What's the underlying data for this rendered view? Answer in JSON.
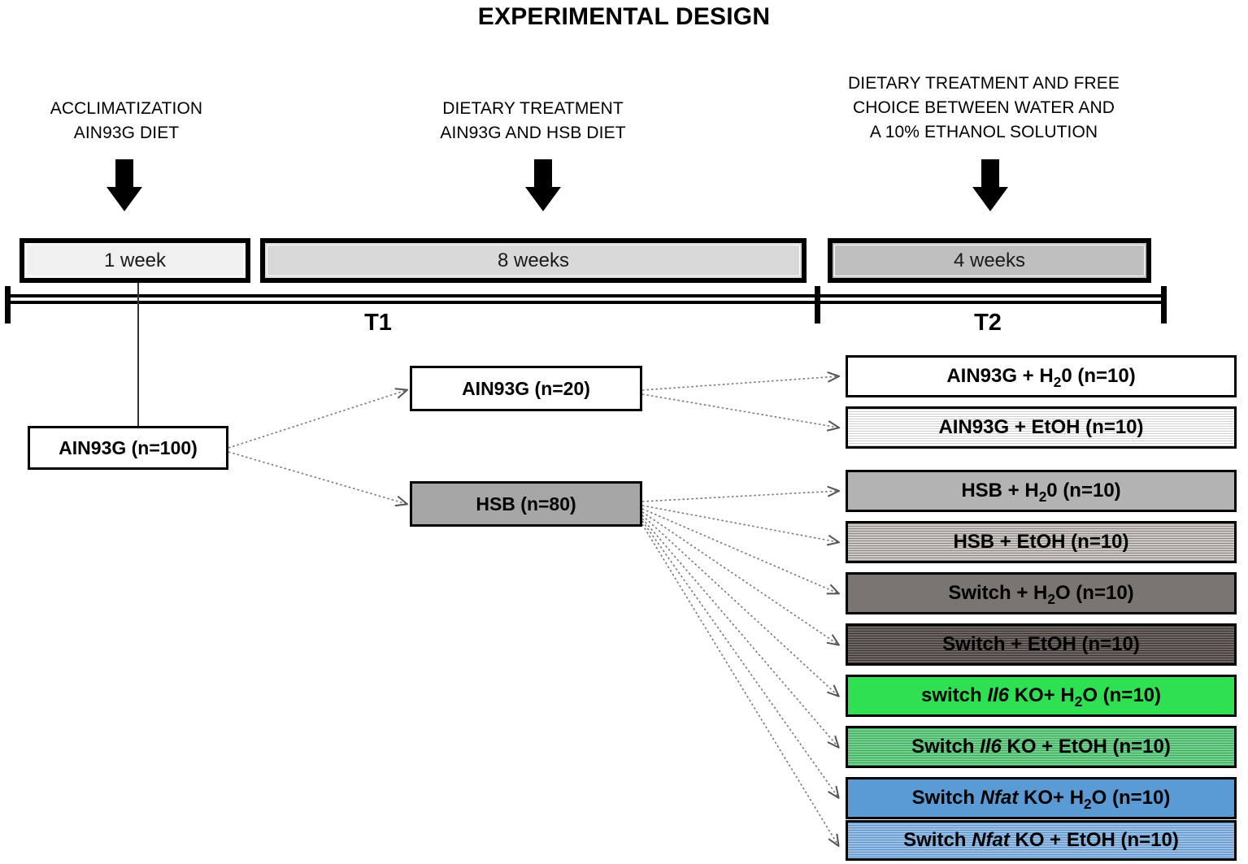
{
  "title": "EXPERIMENTAL DESIGN",
  "phases": [
    {
      "id": "acclimatization",
      "caption_line1": "ACCLIMATIZATION",
      "caption_line2": "AIN93G DIET",
      "caption_line3": "",
      "duration_label": "1 week",
      "fill": "#f0f0f0"
    },
    {
      "id": "dietary-treatment",
      "caption_line1": "DIETARY TREATMENT",
      "caption_line2": "AIN93G AND HSB DIET",
      "caption_line3": "",
      "duration_label": "8 weeks",
      "fill": "#d9d9d9"
    },
    {
      "id": "free-choice",
      "caption_line1": "DIETARY TREATMENT AND FREE",
      "caption_line2": "CHOICE BETWEEN WATER AND",
      "caption_line3": "A 10% ETHANOL SOLUTION",
      "duration_label": "4 weeks",
      "fill": "#bfbfbf"
    }
  ],
  "timepoints": [
    {
      "id": "t1",
      "label": "T1"
    },
    {
      "id": "t2",
      "label": "T2"
    }
  ],
  "cohort": {
    "baseline": {
      "label": "AIN93G (n=100)",
      "n": 100
    },
    "t1_groups": [
      {
        "id": "ain93g-20",
        "label": "AIN93G (n=20)",
        "n": 20,
        "style": "plain"
      },
      {
        "id": "hsb-80",
        "label": "HSB (n=80)",
        "n": 80,
        "style": "hsb"
      }
    ]
  },
  "outcome_groups": [
    {
      "id": "ain93g-h2o",
      "prefix": "AIN93G + H",
      "sub": "2",
      "suffix": "0 (n=10)",
      "gene": "",
      "n": 10,
      "fill_class": "fill-white",
      "fill_hex": "#ffffff",
      "parent": "ain93g-20"
    },
    {
      "id": "ain93g-etoh",
      "prefix": "AIN93G + EtOH (n=10)",
      "sub": "",
      "suffix": "",
      "gene": "",
      "n": 10,
      "fill_class": "stripe-white",
      "fill_hex": "#e8e8e8",
      "parent": "ain93g-20"
    },
    {
      "id": "hsb-h2o",
      "prefix": "HSB + H",
      "sub": "2",
      "suffix": "0 (n=10)",
      "gene": "",
      "n": 10,
      "fill_class": "fill-gray1",
      "fill_hex": "#b3b3b3",
      "parent": "hsb-80"
    },
    {
      "id": "hsb-etoh",
      "prefix": "HSB + EtOH (n=10)",
      "sub": "",
      "suffix": "",
      "gene": "",
      "n": 10,
      "fill_class": "stripe-gray",
      "fill_hex": "#b0aca8",
      "parent": "hsb-80"
    },
    {
      "id": "switch-h2o",
      "prefix": "Switch + H",
      "sub": "2",
      "suffix": "O (n=10)",
      "gene": "",
      "n": 10,
      "fill_class": "fill-gray2",
      "fill_hex": "#7a7570",
      "parent": "hsb-80"
    },
    {
      "id": "switch-etoh",
      "prefix": "Switch + EtOH (n=10)",
      "sub": "",
      "suffix": "",
      "gene": "",
      "n": 10,
      "fill_class": "stripe-dark",
      "fill_hex": "#5a534f",
      "parent": "hsb-80"
    },
    {
      "id": "switch-il6-h2o",
      "prefix": "switch ",
      "sub": "2",
      "suffix": "O (n=10)",
      "gene": "Il6",
      "mid": " KO+ H",
      "n": 10,
      "fill_class": "fill-green",
      "fill_hex": "#2fe052",
      "parent": "hsb-80"
    },
    {
      "id": "switch-il6-etoh",
      "prefix": "Switch ",
      "sub": "",
      "suffix": " KO + EtOH (n=10)",
      "gene": "Il6",
      "n": 10,
      "fill_class": "stripe-green",
      "fill_hex": "#57c375",
      "parent": "hsb-80"
    },
    {
      "id": "switch-nfat-h2o",
      "prefix": "Switch ",
      "sub": "2",
      "suffix": "O (n=10)",
      "gene": "Nfat",
      "mid": " KO+ H",
      "n": 10,
      "fill_class": "fill-blue",
      "fill_hex": "#5b9bd5",
      "parent": "hsb-80"
    },
    {
      "id": "switch-nfat-etoh",
      "prefix": "Switch ",
      "sub": "",
      "suffix": " KO + EtOH (n=10)",
      "gene": "Nfat",
      "n": 10,
      "fill_class": "stripe-blue",
      "fill_hex": "#7ba9d8",
      "parent": "hsb-80"
    }
  ]
}
